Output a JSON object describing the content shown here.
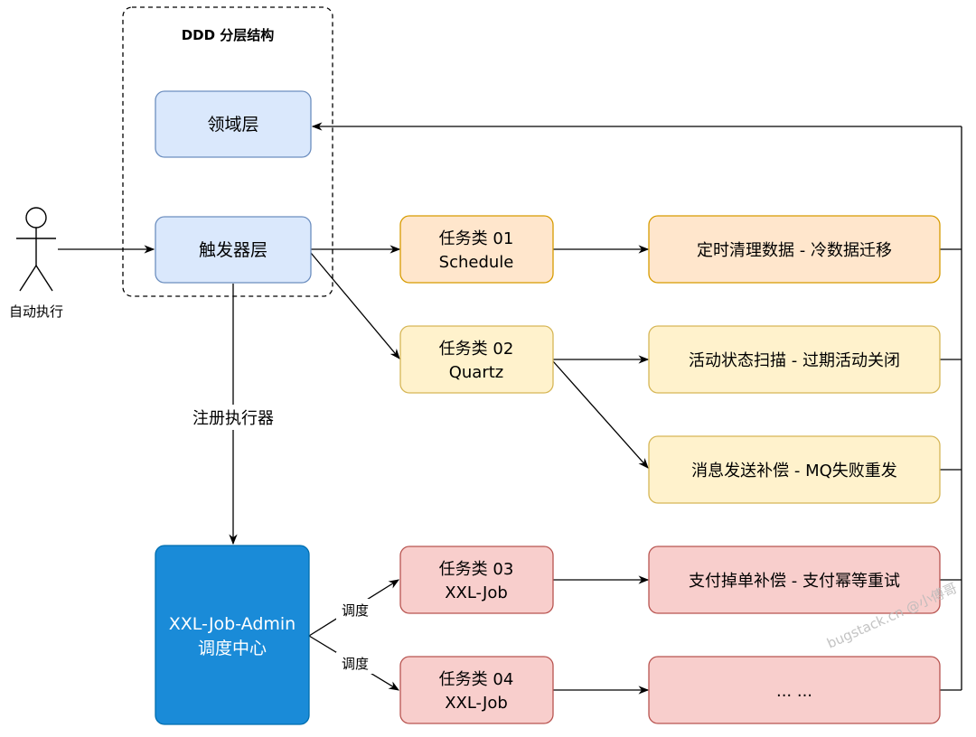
{
  "group": {
    "title": "DDD 分层结构"
  },
  "actor": {
    "label": "自动执行"
  },
  "nodes": {
    "domain_layer": {
      "label": "领域层",
      "fill": "#dae8fc",
      "stroke": "#6c8ebf"
    },
    "trigger_layer": {
      "label": "触发器层",
      "fill": "#dae8fc",
      "stroke": "#6c8ebf"
    },
    "xxl_admin": {
      "line1": "XXL-Job-Admin",
      "line2": "调度中心",
      "fill": "#1a8bd8",
      "stroke": "#006eaf",
      "text_color": "#ffffff"
    },
    "task01": {
      "line1": "任务类 01",
      "line2": "Schedule",
      "fill": "#ffe6cc",
      "stroke": "#d79b00"
    },
    "task02": {
      "line1": "任务类 02",
      "line2": "Quartz",
      "fill": "#fff2cc",
      "stroke": "#d6b656"
    },
    "task03": {
      "line1": "任务类 03",
      "line2": "XXL-Job",
      "fill": "#f8cecc",
      "stroke": "#b85450"
    },
    "task04": {
      "line1": "任务类 04",
      "line2": "XXL-Job",
      "fill": "#f8cecc",
      "stroke": "#b85450"
    },
    "job_cold_data": {
      "label": "定时清理数据 - 冷数据迁移",
      "fill": "#ffe6cc",
      "stroke": "#d79b00"
    },
    "job_activity_scan": {
      "label": "活动状态扫描 - 过期活动关闭",
      "fill": "#fff2cc",
      "stroke": "#d6b656"
    },
    "job_mq_compensate": {
      "label": "消息发送补偿 - MQ失败重发",
      "fill": "#fff2cc",
      "stroke": "#d6b656"
    },
    "job_pay_compensate": {
      "label": "支付掉单补偿 - 支付幂等重试",
      "fill": "#f8cecc",
      "stroke": "#b85450"
    },
    "job_more": {
      "label": "... ...",
      "fill": "#f8cecc",
      "stroke": "#b85450"
    }
  },
  "edge_labels": {
    "register_executor": "注册执行器",
    "dispatch_1": "调度",
    "dispatch_2": "调度"
  },
  "watermark": "bugstack.cn @小傅哥"
}
